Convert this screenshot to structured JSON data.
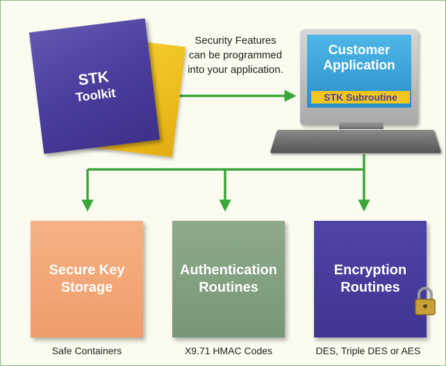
{
  "toolkit": {
    "title": "STK",
    "subtitle": "Toolkit"
  },
  "note": {
    "line1": "Security Features",
    "line2": "can be programmed",
    "line3": "into your application."
  },
  "computer": {
    "screen_line1": "Customer",
    "screen_line2": "Application",
    "subroutine": "STK Subroutine"
  },
  "components": [
    {
      "line1": "Secure Key",
      "line2": "Storage",
      "caption": "Safe Containers",
      "color": "#f2a878"
    },
    {
      "line1": "Authentication",
      "line2": "Routines",
      "caption": "X9.71 HMAC Codes",
      "color": "#84a281"
    },
    {
      "line1": "Encryption",
      "line2": "Routines",
      "caption": "DES, Triple DES or AES",
      "color": "#473c9c"
    }
  ],
  "colors": {
    "arrow": "#3aa63a",
    "border": "#7fbf7f",
    "background": "#fbfbef"
  },
  "icons": [
    "padlock-icon"
  ]
}
